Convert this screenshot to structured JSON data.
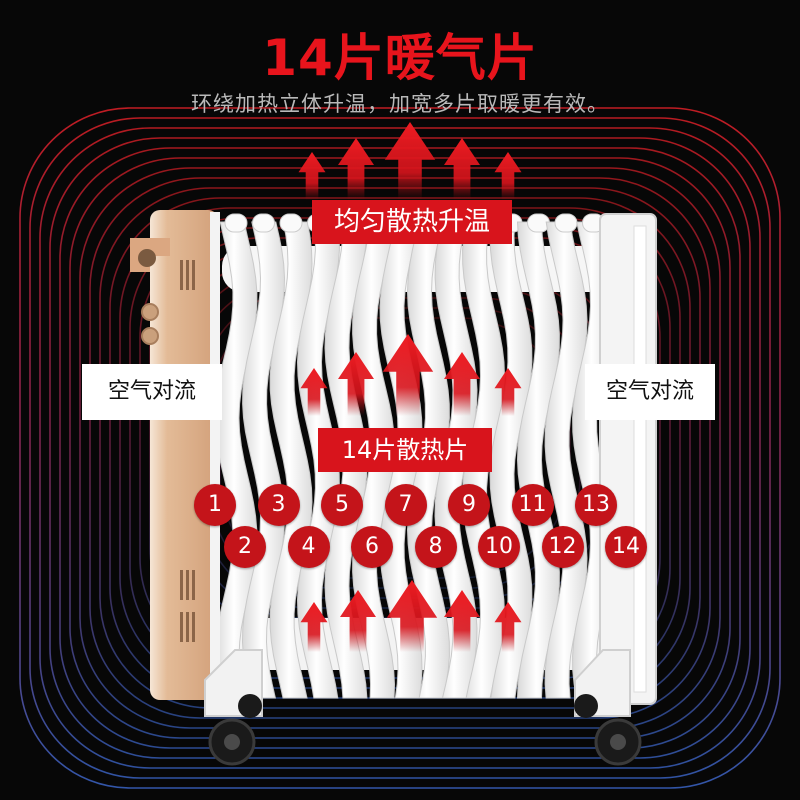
{
  "title": "14片暖气片",
  "subtitle": "环绕加热立体升温，加宽多片取暖更有效。",
  "banners": {
    "top": "均匀散热升温",
    "middle": "14片散热片"
  },
  "side_labels": {
    "left": "空气对流",
    "right": "空气对流"
  },
  "fin_numbers": [
    "1",
    "2",
    "3",
    "4",
    "5",
    "6",
    "7",
    "8",
    "9",
    "10",
    "11",
    "12",
    "13",
    "14"
  ],
  "colors": {
    "background": "#070707",
    "accent_red": "#e8141c",
    "wave_red": "#d6232a",
    "wave_blue": "#3f68c8",
    "panel_gold": "#dcae88",
    "fin_white": "#f4f4f4"
  },
  "icons": [
    "heat-arrow-up-icon",
    "heater-handle-icon",
    "control-knob-icon",
    "caster-wheel-icon"
  ]
}
